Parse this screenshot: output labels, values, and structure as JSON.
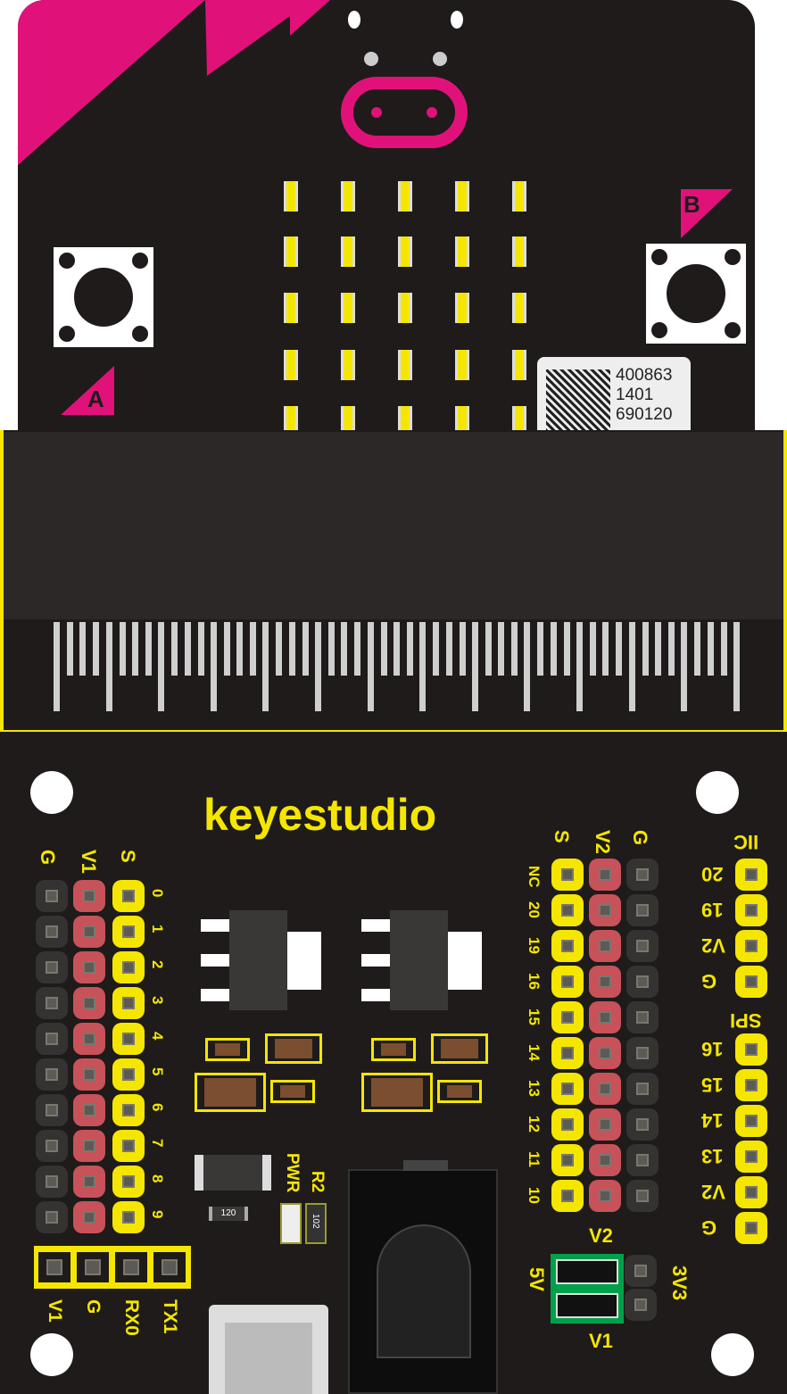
{
  "brand": "keyestudio",
  "colors": {
    "board": "#1e1b1a",
    "silk": "#f5e600",
    "accent": "#e0127a",
    "power": "#c8525a",
    "ground": "#353332"
  },
  "microbit": {
    "button_a": "A",
    "button_b": "B",
    "label_lines": [
      "400863",
      "1401",
      "690120"
    ]
  },
  "left_header": {
    "columns": [
      "G",
      "V1",
      "S"
    ],
    "pins": [
      "0",
      "1",
      "2",
      "3",
      "4",
      "5",
      "6",
      "7",
      "8",
      "9"
    ]
  },
  "right_header": {
    "columns": [
      "S",
      "V2",
      "G"
    ],
    "pins": [
      "NC",
      "20",
      "19",
      "16",
      "15",
      "14",
      "13",
      "12",
      "11",
      "10"
    ],
    "bottom_label": "V2"
  },
  "iic": {
    "title": "IIC",
    "pins": [
      "20",
      "19",
      "V2",
      "G"
    ]
  },
  "spi": {
    "title": "SPI",
    "pins": [
      "16",
      "15",
      "14",
      "13",
      "V2",
      "G"
    ]
  },
  "uart": {
    "pins": [
      "V1",
      "G",
      "RX0",
      "TX1"
    ]
  },
  "jumper": {
    "top": "V2",
    "bottom": "V1",
    "left": "5V",
    "right": "3V3"
  },
  "components": {
    "pwr_label": "PWR",
    "r2_label": "R2",
    "resistor_120": "120",
    "resistor_102": "102"
  }
}
